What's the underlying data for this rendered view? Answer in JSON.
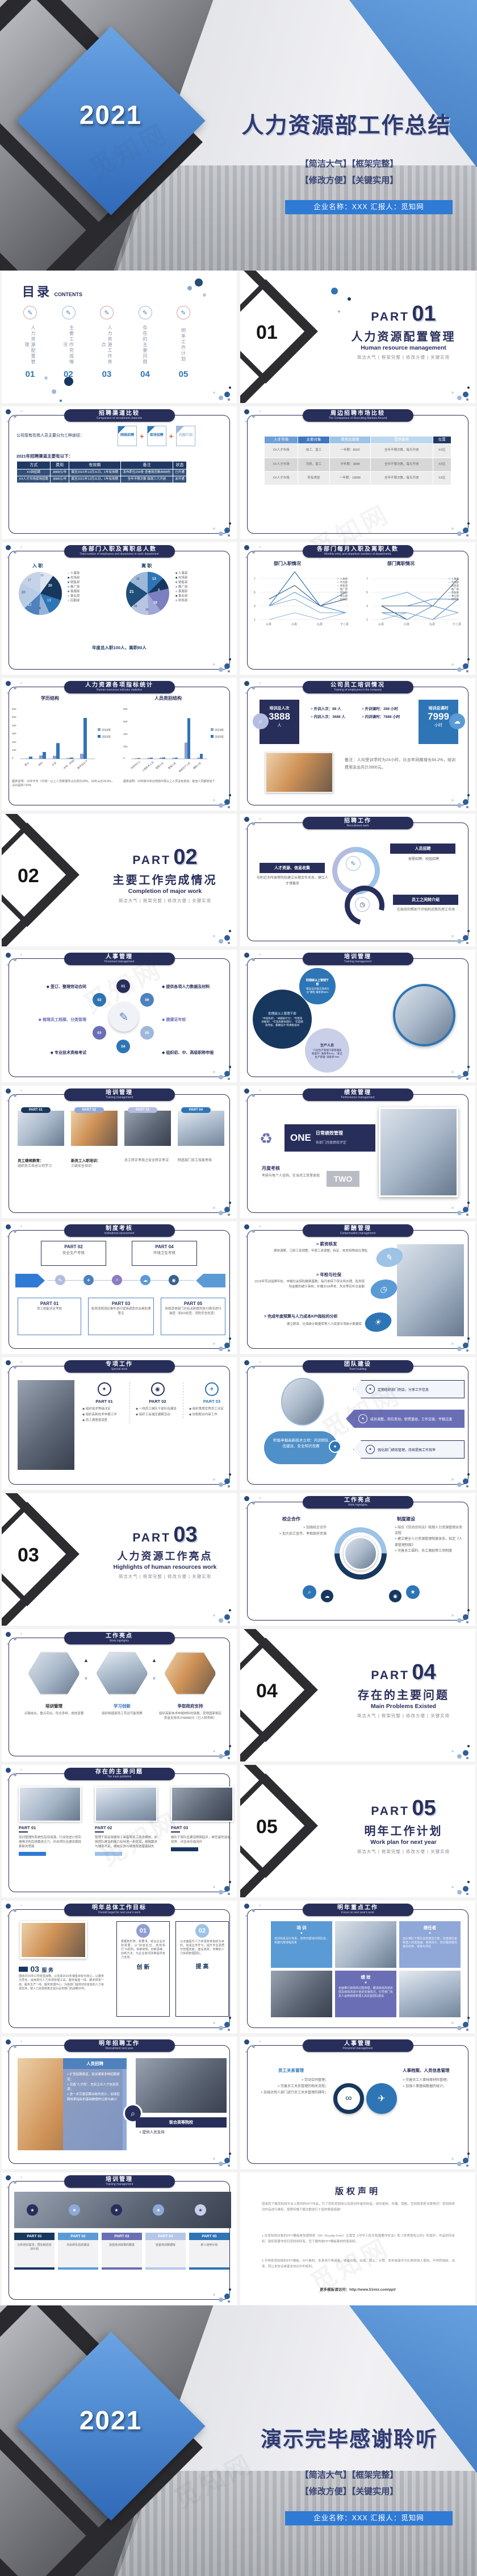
{
  "watermark": "觅知网",
  "cover": {
    "year": "2021",
    "title": "人力资源部工作总结",
    "tag1": "【简洁大气】【框架完整】",
    "tag2": "【修改方便】【关键实用】",
    "footer": "企业名称：XXX  汇报人：觅知网"
  },
  "closing": {
    "title": "演示完毕感谢聆听"
  },
  "tags_row": "简洁大气 | 框架完整 | 修改方便 | 关键实用",
  "toc": {
    "cn": "目录",
    "en": "CONTENTS",
    "items": [
      {
        "n": "01",
        "t": "人力资源配置管理"
      },
      {
        "n": "02",
        "t": "主要工作完成情况"
      },
      {
        "n": "03",
        "t": "人力资源工作亮点"
      },
      {
        "n": "04",
        "t": "存在的主要问题"
      },
      {
        "n": "05",
        "t": "明年工作计划"
      }
    ]
  },
  "parts": [
    {
      "lbl": "PART",
      "n": "01",
      "t": "人力资源配置管理",
      "e": "Human resource management"
    },
    {
      "lbl": "PART",
      "n": "02",
      "t": "主要工作完成情况",
      "e": "Completion of major work"
    },
    {
      "lbl": "PART",
      "n": "03",
      "t": "人力资源工作亮点",
      "e": "Highlights of human resources work"
    },
    {
      "lbl": "PART",
      "n": "04",
      "t": "存在的主要问题",
      "e": "Main Problems Existed"
    },
    {
      "lbl": "PART",
      "n": "05",
      "t": "明年工作计划",
      "e": "Work plan for next year"
    }
  ],
  "s": {
    "rc": {
      "bc": "招聘渠道比较",
      "be": "Comparison of recruitment channels",
      "intro": "公司现有在岗人员主要分为三种途径：",
      "ch": [
        "网络招聘",
        "现场招聘",
        "内部介绍"
      ],
      "plus": "+",
      "sub": "2021年招聘渠道主要有以下：",
      "h": [
        "方式",
        "费用",
        "有效期",
        "备注",
        "状态"
      ],
      "r1": [
        "XX网招聘",
        "3888元/年",
        "截至2021年12月31日，1年有效期",
        "发布职位200条 查看简历数8888份",
        "已开通"
      ],
      "r2": [
        "XX人才市场现场招聘",
        "3888元/年",
        "截至2021年12月31日，1年有效期",
        "全年不限次数 每周三六开放",
        "未开通"
      ]
    },
    "mc": {
      "bc": "周边招聘市场比较",
      "be": "The Comparison of Recruiting Markets Around",
      "h": [
        "人才市场",
        "主要对象",
        "费用及期限",
        "提供服务",
        "位置"
      ],
      "r1": [
        "XX人才市场",
        "技工、普工",
        "一年期：8000",
        "全年不限次数，每天开放",
        "XX区"
      ],
      "r2": [
        "XX人才市场",
        "司机、普工",
        "半年期：3888",
        "全年不限次数，每天开放",
        "XX区"
      ],
      "r3": [
        "XX人才市场",
        "所有类别",
        "一年期：18888",
        "全年不限次数，每天开放",
        "XX区"
      ]
    },
    "pie": {
      "bc": "各部门入职及离职总人数",
      "be": "Total number of employees and departures in each department",
      "t1": "入 职",
      "t2": "离 职",
      "lg1": [
        "人事部",
        "市场部",
        "销售部",
        "推广部",
        "客服部",
        "事业部",
        "后勤部"
      ],
      "lg2": [
        "人事部",
        "市场部",
        "销售部",
        "推广部",
        "客服部",
        "事业部",
        "财务部"
      ],
      "v1": [
        "10",
        "20",
        "13",
        "8",
        "12",
        "20",
        "17"
      ],
      "v2": [
        "13",
        "9",
        "19",
        "10",
        "15",
        "21",
        "16"
      ],
      "cap": "年度总入职100人，离职80人"
    },
    "ml": {
      "bc": "各部门每月入职及离职人数",
      "be": "Monthly entry and departure numbers of departments",
      "t1": "部门入职情况",
      "t2": "部门离职情况",
      "y": [
        "7",
        "5",
        "3",
        "1"
      ],
      "x": [
        "三月",
        "六月",
        "九月",
        "十二月"
      ],
      "lg": [
        "人事部",
        "市场部",
        "销售部",
        "推广部",
        "客服部",
        "事业部",
        "财务部"
      ]
    },
    "ind": {
      "bc": "人力资源各项指标统计",
      "be": "Human resources indicator statistics",
      "t1": "学历结构",
      "t2": "人员类别结构",
      "y1": [
        "600",
        "500",
        "400",
        "300",
        "200",
        "100",
        "0"
      ],
      "y2": [
        "800",
        "600",
        "400",
        "200",
        "0"
      ],
      "x1": [
        "硕士",
        "本科",
        "大专",
        "中专（中技）",
        "高中及以下"
      ],
      "x2": [
        "中层及以上",
        "工程技术人员",
        "管理人员",
        "营销人员",
        "直接生产人员",
        "辅助人员"
      ],
      "lg": [
        "2019年",
        "2020年"
      ],
      "n1": "图表说明：19年中专（中技）以上人员数量所占比例为28%，18年占比35.8%，占比提高7.83%",
      "n2": "图表说明：19年和20年比较除中层以上人员没有变动，其他人员都增加了"
    },
    "ts": {
      "bc": "公司员工培训情况",
      "be": "Training of employees in the company",
      "b1t": "培训总人次",
      "b1v": "3888",
      "b1u": "人",
      "b2t": "培训总课时",
      "b2v": "7999",
      "b2u": "小时",
      "i1": "外训人次：88 人",
      "i2": "内训人次：3688 人",
      "i3": "外训课时：288 小时",
      "i4": "内训课时：7888 小时",
      "note": "备注：人均受训学时为24小时，比去年同期增长64.2%，培训费用支出共计2800元。"
    },
    "rw": {
      "bc": "招聘工作",
      "be": "Recruitment work",
      "a1": "人才资源、信息收集",
      "d1": "与附近多所高等院校建立长期合作关系，建立人才储备库",
      "a2": "人员招聘",
      "d2": "按需招聘、校园招聘",
      "a3": "员工之间转介绍",
      "d3": "在政府的帮助下开拓附近新的用工市场"
    },
    "pm": {
      "bc": "人事管理",
      "be": "Personnel management",
      "nums": [
        "01",
        "02",
        "03",
        "04",
        "05",
        "06"
      ],
      "items": [
        "签订、整理劳动合同",
        "梳理员工档案、分类管理",
        "专业技术资格考试",
        "提供各项人力数据及材料",
        "健康证年检",
        "组织初、中、高级职称申报"
      ]
    },
    "tg": {
      "bc": "培训管理",
      "be": "Training management",
      "g1": "助理级以上管理干部",
      "g1d": "“职业化升级与商务礼仪”课程 满意率93%",
      "g2": "助理级以上管理干部",
      "g2d": "“中层危机”、“卓越执行力”、“年度培训规划”、“打造高绩效团队”、“年度绩效考核、薪酬设计”等课程培训",
      "g3": "生产人员",
      "g3d": "“凸出生产管理干部管理技能提升” 满意率84%，“安全生产管理” 满意率79%"
    },
    "tp": {
      "bc": "培训管理",
      "be": "Training management",
      "p": [
        "PART 01",
        "PART 02",
        "PART 03",
        "PART 04"
      ],
      "c1t": "员工继续教育：",
      "c1": "组织员工去总公司学习",
      "c2t": "新员工入职培训：",
      "c2": "三级安全培训",
      "c3": "员工转正考核之安全转正考试",
      "c4": "制造部门员工技能考核"
    },
    "pf": {
      "bc": "绩效管理",
      "be": "Performance management",
      "one": "ONE",
      "ot": "日常绩效管理",
      "od": "各部门月度绩效评定",
      "mt": "月度考核",
      "md": "考核与每个人挂钩，在当月工资里体现",
      "two": "TWO"
    },
    "ia": {
      "bc": "制度考核",
      "be": "Institutional assessment",
      "p1": "PART 01",
      "p1d": "员工技能评定考核",
      "p2": "PART 02",
      "p2d": "安全生产考核",
      "p3": "PART 03",
      "p3d": "各类违规违纪事件进行现场调查并出具处理意见",
      "p4": "PART 04",
      "p4d": "环境卫生考核",
      "p5": "PART 05",
      "p5d": "协助其他部门对有关制度的执行情况进行抽查（如6S检查、消防安全检查）"
    },
    "cp": {
      "bc": "薪酬管理",
      "be": "Compensation management",
      "t1": "薪资核发",
      "d1": "绩效调薪、工龄工资调整；年度工资调整；拟定、核发特殊岗位津贴",
      "t2": "年检与社保",
      "d2": "2018年劳动监察年检、申报社会保险缴费基数；每月参保下保业务办理、各类保险金额的统计审核，补缴2018养老、失业等应补交金额",
      "t3": "完成年度预算与人力成本KPI指标的分析",
      "d3": "建立薪资、社保统计数据库等人力资源专项统计数据库"
    },
    "sw": {
      "bc": "专项工作",
      "be": "Special work",
      "p": [
        "PART 01",
        "PART 02",
        "PART 03"
      ],
      "c1": [
        "组织技术等级评定",
        "组织高新技术申报工作",
        "员工满意度调查"
      ],
      "c2": [
        "一线员工梯队干部队伍建设",
        "组织工会减压缓解活动"
      ],
      "c3": [
        "组织季度优秀员工评定",
        "协助配合内审工作"
      ]
    },
    "tb": {
      "bc": "团队建设",
      "be": "Team building",
      "blob": "积极申报高新技术立项：内训师队伍建设、安全知识竞赛",
      "a1": "定期组织部门例会，分享工作信息",
      "a2": "成员调整，岗位变动，职责重组，工作交接，平稳过渡",
      "a3": "强化部门绩效管理，持续提高工作效率"
    },
    "hc": {
      "bc": "工作亮点",
      "be": "Work highlights",
      "t1": "校企合作",
      "d1a": "加强校企合作",
      "d1b": "加大招工宣传、争取政府资源",
      "t2": "制度建设",
      "d2a": "结合《劳动合同法》梳理人力资源管理业务流程",
      "d2b": "建立健全人力资源管理制度体系，拟定《人事管理制度》",
      "d2c": "完善员工福利、员工激励等三项制度"
    },
    "hx": {
      "bc": "工作亮点",
      "be": "Work highlights",
      "t1": "培训管理",
      "d1": "点面结合，重点突出，形式多样，成效显著",
      "t2": "学习创新",
      "d2": "组织制造部员工劳动节能竞赛",
      "t3": "争取政府支持",
      "d3": "组织高新技术申报材料的填报，获得国家相应资金支持共计88888元（已入财务帐）"
    },
    "mp": {
      "bc": "存在的主要问题",
      "be": "The main problems",
      "p": [
        "PART 01",
        "PART 02",
        "PART 03"
      ],
      "d1": "培训管理的系统性有待加强，行动改进计划实施情况的后续跟进乏力，内训师队伍建设需探索新的思路",
      "d2": "管理干部运用绩效工具指导员工改进绩效，加强团队建设的能力有待进一步提高，绩效跟进与辅导不足，绩效反馈与绩效改进普遍缺失",
      "d3": "梯队干部队伍建设刚刚起步，继任者的选拔、培养、评估未形成闭环"
    },
    "ot": {
      "bc": "明年总体工作目标",
      "be": "Overall target for next year's work",
      "n3": "03",
      "t3": "服 务",
      "d3": "围绕2019年公司经营战略，以完成2019年销售目标为核心，以服务为导向，运用现代人力资源管理工具，服务销售一线、服务研发一线、服务生产一线、服务管理中心，为各部门提供切实有效的人力资源支持，使人力资源部真正成为业务部门的战略伙伴。",
      "n1": "01",
      "t1": "创 新",
      "d1": "根据新形势、新要求，结合企业实际需要，以“快速反应、高效执行”为原则，突破常规，创新思维、创新方法，为企业各项改革提供有力支持。",
      "n2": "02",
      "t2": "提 高",
      "d2": "以全面提升人力资源效率指标为目的，加强业务学习，提升专业素质与管理技能，建设高效、专精的人力资源管理团队。"
    },
    "kw": {
      "bc": "明年重点工作",
      "be": "Focus on next year's work",
      "t1": "培 训",
      "d1": "培训体系设计体系，培育内部培训师队伍，构建内部课程体系",
      "t2": "继任者",
      "d2": "加大梯队干部队伍的建设力度，拓宽继任者候选人的选拔面，系统设计、密切跟进继任者的培养、考核与评估",
      "t3": "绩 效",
      "d3": "全面推行绩效的过程管理，跟进绩效改进反馈及绩效改进计划的实施情况，引导部门负责人运用绩效管理工具完善团队建设"
    },
    "rn": {
      "bc": "明年招聘工作",
      "be": "Recruitment next year",
      "t1": "人员招聘",
      "d1a": "扩宽招聘渠道，尝试摸索多种招聘渠道；",
      "d1b": "完善“人才库”、充实企业人才信息资源；",
      "d1c": "进一步完善招聘台帐的设计，加强招聘效率指标的基础数据的记录与统计",
      "t2": "联合高等院校",
      "d2": "提供人员支持"
    },
    "pm2": {
      "bc": "人事管理",
      "be": "Personnel management",
      "t1": "员工关系管理",
      "d1a": "劳动合同管理；",
      "d1b": "完善员工关系管理的相关流程；",
      "d1c": "加强对用人部门进行员工关系管理的辅导；",
      "t2": "人事档案、人员信息管理",
      "d2a": "完善员工人事档案材料管理；",
      "d2b": "加强人事基础数据的统计；"
    },
    "t5": {
      "bc": "培训管理",
      "be": "Training management",
      "p": [
        "PART 01",
        "PART 02",
        "PART 03",
        "PART 04",
        "PART 05"
      ],
      "d": [
        "分析培训需求，预先制定培训计划",
        "内训师队伍的建设",
        "加强培训效果的跟进",
        "完善培训数据库",
        "新人培养计划"
      ]
    },
    "cr": {
      "t": "版权声明",
      "p1": "感谢您下载觅知网平台上提供的PPT作品，为了您和觅知网以及原创作者的利益，请勿复制、传播、销售，否则将承担法律责任！觅知网将对作品进行维权，按照传播下载次数进行十倍的索赔赔偿！",
      "p2": "1.在觅知网出售的PPT模板是免版税类（RF: Royalty-Free）正版受《中华人民共和国著作权法》和《世界版权公约》的保护，作品的所有权、版权和著作权归觅知网所有，您下载的是PPT模板素材的使用权。",
      "p3": "2.不得将觅知网的PPT模板、PPT素材，本身用于再出售，或者出租、出借、转让、分销、发布或者作为礼物供他人使用，不得转授权、出卖、转让本协议或者本协议中的权利。",
      "link": "更多模板请访问：http://www.51miz.com/ppt/"
    }
  },
  "chart_data": [
    {
      "type": "pie",
      "title": "入职",
      "labels": [
        "人事部",
        "市场部",
        "销售部",
        "推广部",
        "客服部",
        "事业部",
        "后勤部"
      ],
      "values": [
        10,
        20,
        13,
        8,
        12,
        20,
        17
      ]
    },
    {
      "type": "pie",
      "title": "离职",
      "labels": [
        "人事部",
        "市场部",
        "销售部",
        "推广部",
        "客服部",
        "事业部",
        "财务部"
      ],
      "values": [
        13,
        9,
        19,
        10,
        15,
        21,
        16
      ]
    },
    {
      "type": "line",
      "title": "部门入职情况",
      "x": [
        "三月",
        "六月",
        "九月",
        "十二月"
      ],
      "ylim": [
        1,
        7
      ],
      "series": [
        {
          "name": "人事部",
          "values": [
            3,
            8,
            3,
            2
          ]
        },
        {
          "name": "市场部",
          "values": [
            3,
            8,
            3,
            4
          ]
        },
        {
          "name": "销售部",
          "values": [
            4,
            6,
            3,
            5
          ]
        },
        {
          "name": "推广部",
          "values": [
            1,
            2,
            1,
            2
          ]
        },
        {
          "name": "客服部",
          "values": [
            3,
            5,
            3,
            2
          ]
        },
        {
          "name": "事业部",
          "values": [
            4,
            6,
            3,
            4
          ]
        },
        {
          "name": "财务部",
          "values": [
            3,
            4,
            2,
            2
          ]
        }
      ]
    },
    {
      "type": "line",
      "title": "部门离职情况",
      "x": [
        "三月",
        "六月",
        "九月",
        "十二月"
      ],
      "ylim": [
        1,
        7
      ],
      "series": [
        {
          "name": "人事部",
          "values": [
            3,
            1,
            3,
            2
          ]
        },
        {
          "name": "市场部",
          "values": [
            2,
            2,
            1,
            4
          ]
        },
        {
          "name": "销售部",
          "values": [
            3,
            3,
            4,
            4
          ]
        },
        {
          "name": "推广部",
          "values": [
            1,
            2,
            1,
            2
          ]
        },
        {
          "name": "客服部",
          "values": [
            4,
            5,
            3,
            2
          ]
        },
        {
          "name": "事业部",
          "values": [
            3,
            3,
            3,
            7
          ]
        },
        {
          "name": "财务部",
          "values": [
            2,
            1,
            3,
            2
          ]
        }
      ]
    },
    {
      "type": "bar",
      "title": "学历结构",
      "categories": [
        "硕士",
        "本科",
        "大专",
        "中专（中技）",
        "高中及以下"
      ],
      "ylim": [
        0,
        600
      ],
      "series": [
        {
          "name": "2019年",
          "values": [
            5,
            40,
            35,
            10,
            60
          ]
        },
        {
          "name": "2020年",
          "values": [
            25,
            80,
            185,
            15,
            480
          ]
        }
      ]
    },
    {
      "type": "bar",
      "title": "人员类别结构",
      "categories": [
        "中层及以上",
        "工程技术人员",
        "管理人员",
        "营销人员",
        "直接生产人员",
        "辅助人员"
      ],
      "ylim": [
        0,
        800
      ],
      "series": [
        {
          "name": "2019年",
          "values": [
            10,
            15,
            20,
            15,
            260,
            20
          ]
        },
        {
          "name": "2020年",
          "values": [
            12,
            18,
            22,
            18,
            650,
            80
          ]
        }
      ]
    }
  ]
}
